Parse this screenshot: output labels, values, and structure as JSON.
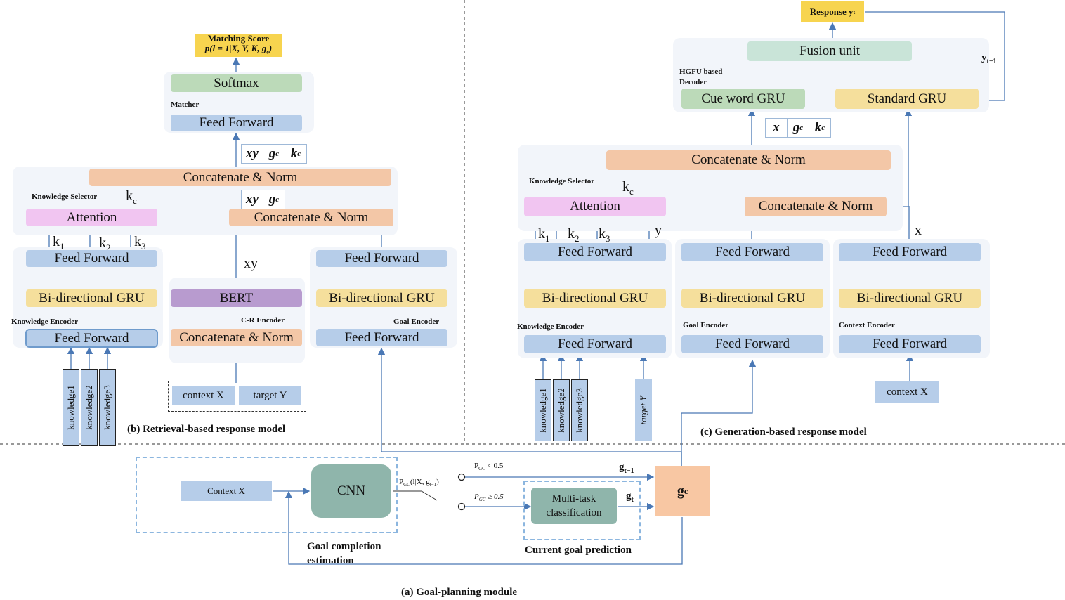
{
  "retrieval": {
    "matching_score_title": "Matching Score",
    "matching_score_formula": "p(l = 1|X, Y, K, g",
    "matching_score_sub": "c",
    "softmax": "Softmax",
    "matcher": "Matcher",
    "feed_forward": "Feed Forward",
    "concat_norm": "Concatenate & Norm",
    "knowledge_selector": "Knowledge Selector",
    "attention": "Attention",
    "kc": "k",
    "kc_sub": "c",
    "k1": "k",
    "k1_sub": "1",
    "k2": "k",
    "k2_sub": "2",
    "k3": "k",
    "k3_sub": "3",
    "xy": "xy",
    "bigru": "Bi-directional GRU",
    "bert": "BERT",
    "knowledge_encoder": "Knowledge Encoder",
    "cr_encoder": "C-R  Encoder",
    "goal_encoder": "Goal  Encoder",
    "knowledge_items": [
      "knowledge1",
      "knowledge2",
      "knowledge3"
    ],
    "context_x": "context X",
    "target_y": "target Y",
    "triple_top": [
      "xy",
      "g",
      "k"
    ],
    "triple_mid": [
      "xy",
      "g"
    ],
    "caption": "(b) Retrieval-based response model"
  },
  "generation": {
    "response": "Response y",
    "response_sub": "t",
    "fusion_unit": "Fusion unit",
    "hgfu_label": "HGFU based Decoder",
    "cue_word_gru": "Cue word GRU",
    "standard_gru": "Standard GRU",
    "y_prev": "y",
    "y_prev_sub": "t−1",
    "triple": [
      "x",
      "g",
      "k"
    ],
    "concat_norm": "Concatenate & Norm",
    "knowledge_selector": "Knowledge Selector",
    "attention": "Attention",
    "kc": "k",
    "kc_sub": "c",
    "k1": "k",
    "k1_sub": "1",
    "k2": "k",
    "k2_sub": "2",
    "k3": "k",
    "k3_sub": "3",
    "y": "y",
    "x": "x",
    "feed_forward": "Feed Forward",
    "bigru": "Bi-directional GRU",
    "knowledge_encoder": "Knowledge Encoder",
    "goal_encoder": "Goal Encoder",
    "context_encoder": "Context Encoder",
    "knowledge_items": [
      "knowledge1",
      "knowledge2",
      "knowledge3"
    ],
    "target_y": "target Y",
    "context_x": "context X",
    "caption": "(c) Generation-based response model"
  },
  "goal": {
    "context_x": "Context X",
    "cnn": "CNN",
    "pgc_formula": "P",
    "pgc_sub": "GC",
    "pgc_rest": "(l|X, g",
    "pgc_rest_sub": "t−1",
    "p_lt": "P",
    "p_lt_sub": "GC",
    "p_lt_rest": " < 0.5",
    "p_ge": "P",
    "p_ge_sub": "GC",
    "p_ge_rest": " ≥ 0.5",
    "g_prev": "g",
    "g_prev_sub": "t−1",
    "g_t": "g",
    "g_t_sub": "t",
    "multitask": "Multi-task classification",
    "gc": "g",
    "gc_sub": "c",
    "goal_completion": "Goal completion estimation",
    "current_goal": "Current goal prediction",
    "caption": "(a) Goal-planning module"
  },
  "colors": {
    "arrow": "#4a78b5",
    "blue": "#b6cde9",
    "yellow": "#f5df9c",
    "orange": "#f3c7a7",
    "green": "#bcdab9",
    "purple": "#b89bcf",
    "pink": "#f1c5f1"
  }
}
